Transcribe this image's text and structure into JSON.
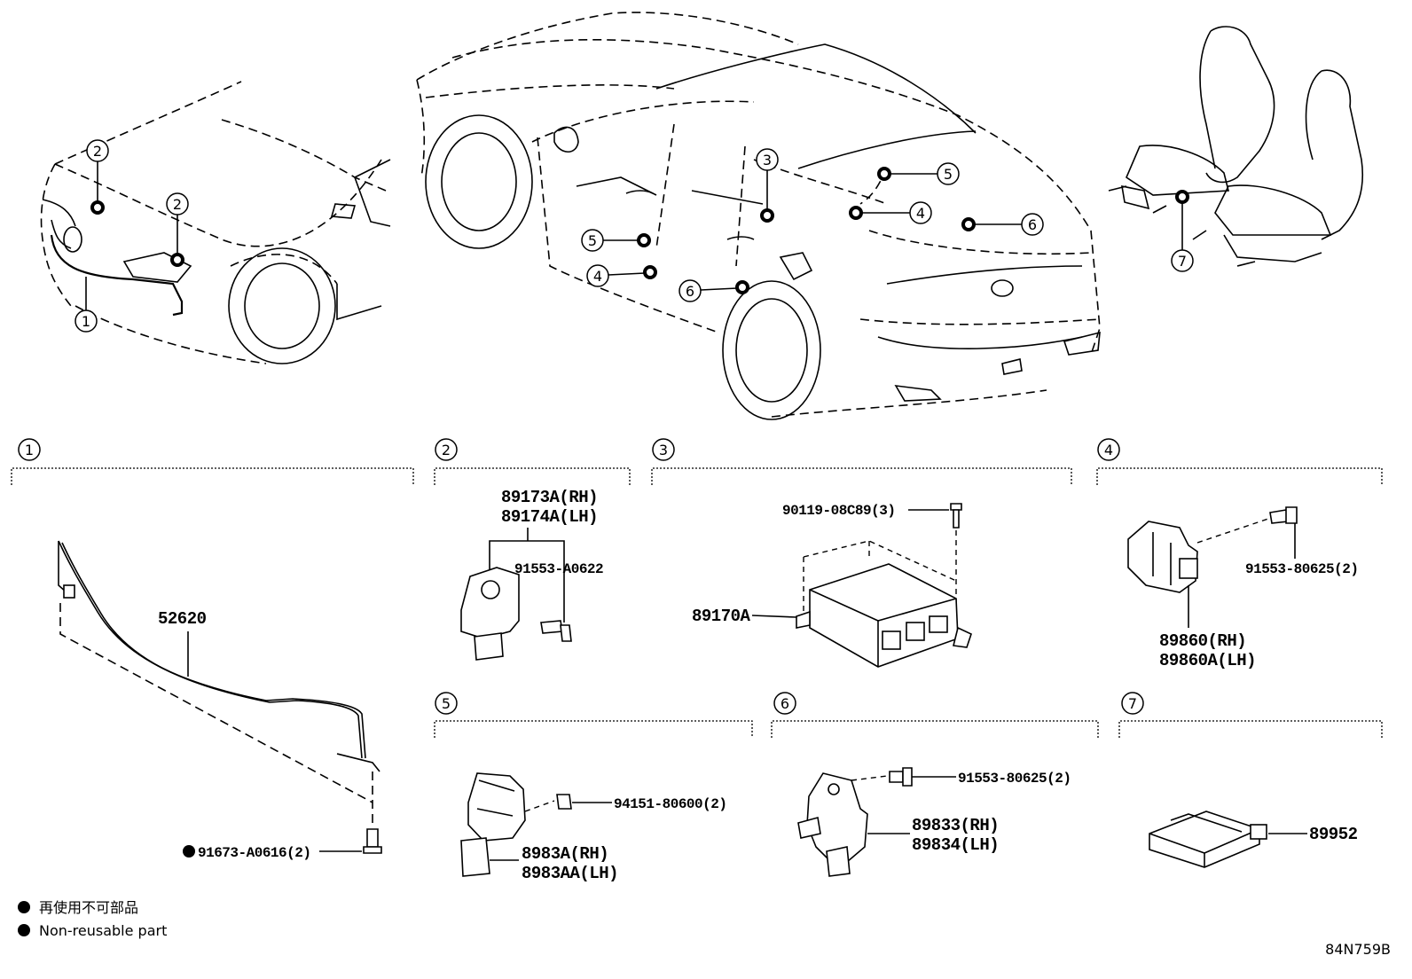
{
  "diagram_code": "84N759B",
  "legend": [
    {
      "symbol": "filled-circle",
      "text": "再使用不可部品"
    },
    {
      "symbol": "filled-circle",
      "text": "Non-reusable part"
    }
  ],
  "callouts": {
    "c1": "1",
    "c2": "2",
    "c3": "3",
    "c4": "4",
    "c5": "5",
    "c6": "6",
    "c7": "7"
  },
  "sections": {
    "s1": {
      "number": "1",
      "parts": {
        "wire": "52620",
        "bolt": "91673-A0616(2)"
      }
    },
    "s2": {
      "number": "2",
      "parts": {
        "sensor_rh": "89173A(RH)",
        "sensor_lh": "89174A(LH)",
        "bolt": "91553-A0622"
      }
    },
    "s3": {
      "number": "3",
      "parts": {
        "ecu": "89170A",
        "bolt": "90119-08C89(3)"
      }
    },
    "s4": {
      "number": "4",
      "parts": {
        "bolt": "91553-80625(2)",
        "sensor_rh": "89860(RH)",
        "sensor_lh": "89860A(LH)"
      }
    },
    "s5": {
      "number": "5",
      "parts": {
        "nut": "94151-80600(2)",
        "sensor_rh": "8983A(RH)",
        "sensor_lh": "8983AA(LH)"
      }
    },
    "s6": {
      "number": "6",
      "parts": {
        "bolt": "91553-80625(2)",
        "sensor_rh": "89833(RH)",
        "sensor_lh": "89834(LH)"
      }
    },
    "s7": {
      "number": "7",
      "parts": {
        "sensor": "89952"
      }
    }
  }
}
